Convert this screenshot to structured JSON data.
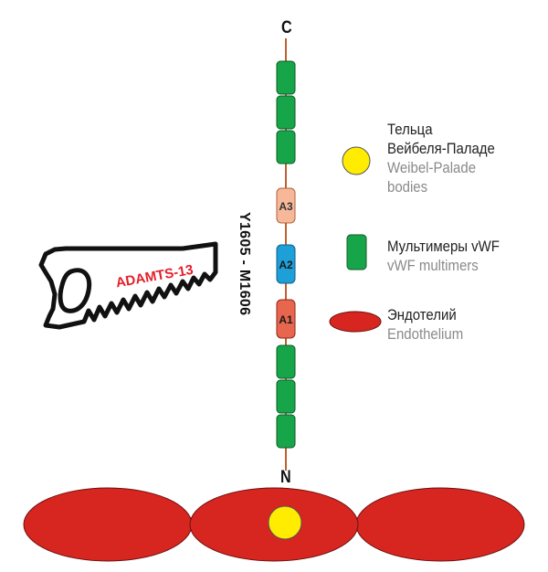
{
  "diagram": {
    "terminal_c": "C",
    "terminal_n": "N",
    "cleavage_site": "Y1605 - M1606",
    "enzyme_label": "ADAMTS-13",
    "domains": {
      "a3": "A3",
      "a2": "A2",
      "a1": "A1"
    },
    "colors": {
      "multimer_green": "#17a54a",
      "domain_a3": "#f7b89a",
      "domain_a2": "#1e9fd8",
      "domain_a1": "#e8654e",
      "endothelium_red": "#d6261f",
      "weibel_palade_yellow": "#ffec00",
      "enzyme_red": "#e4202a",
      "chain": "#c06030"
    }
  },
  "legend": [
    {
      "icon": "yellow-circle",
      "ru_lines": [
        "Тельца",
        "Вейбеля-Паладе"
      ],
      "en_lines": [
        "Weibel-Palade",
        "bodies"
      ]
    },
    {
      "icon": "green-rectangle",
      "ru_lines": [
        "Мультимеры vWF"
      ],
      "en_lines": [
        "vWF multimers"
      ]
    },
    {
      "icon": "red-ellipse",
      "ru_lines": [
        "Эндотелий"
      ],
      "en_lines": [
        "Endothelium"
      ]
    }
  ]
}
